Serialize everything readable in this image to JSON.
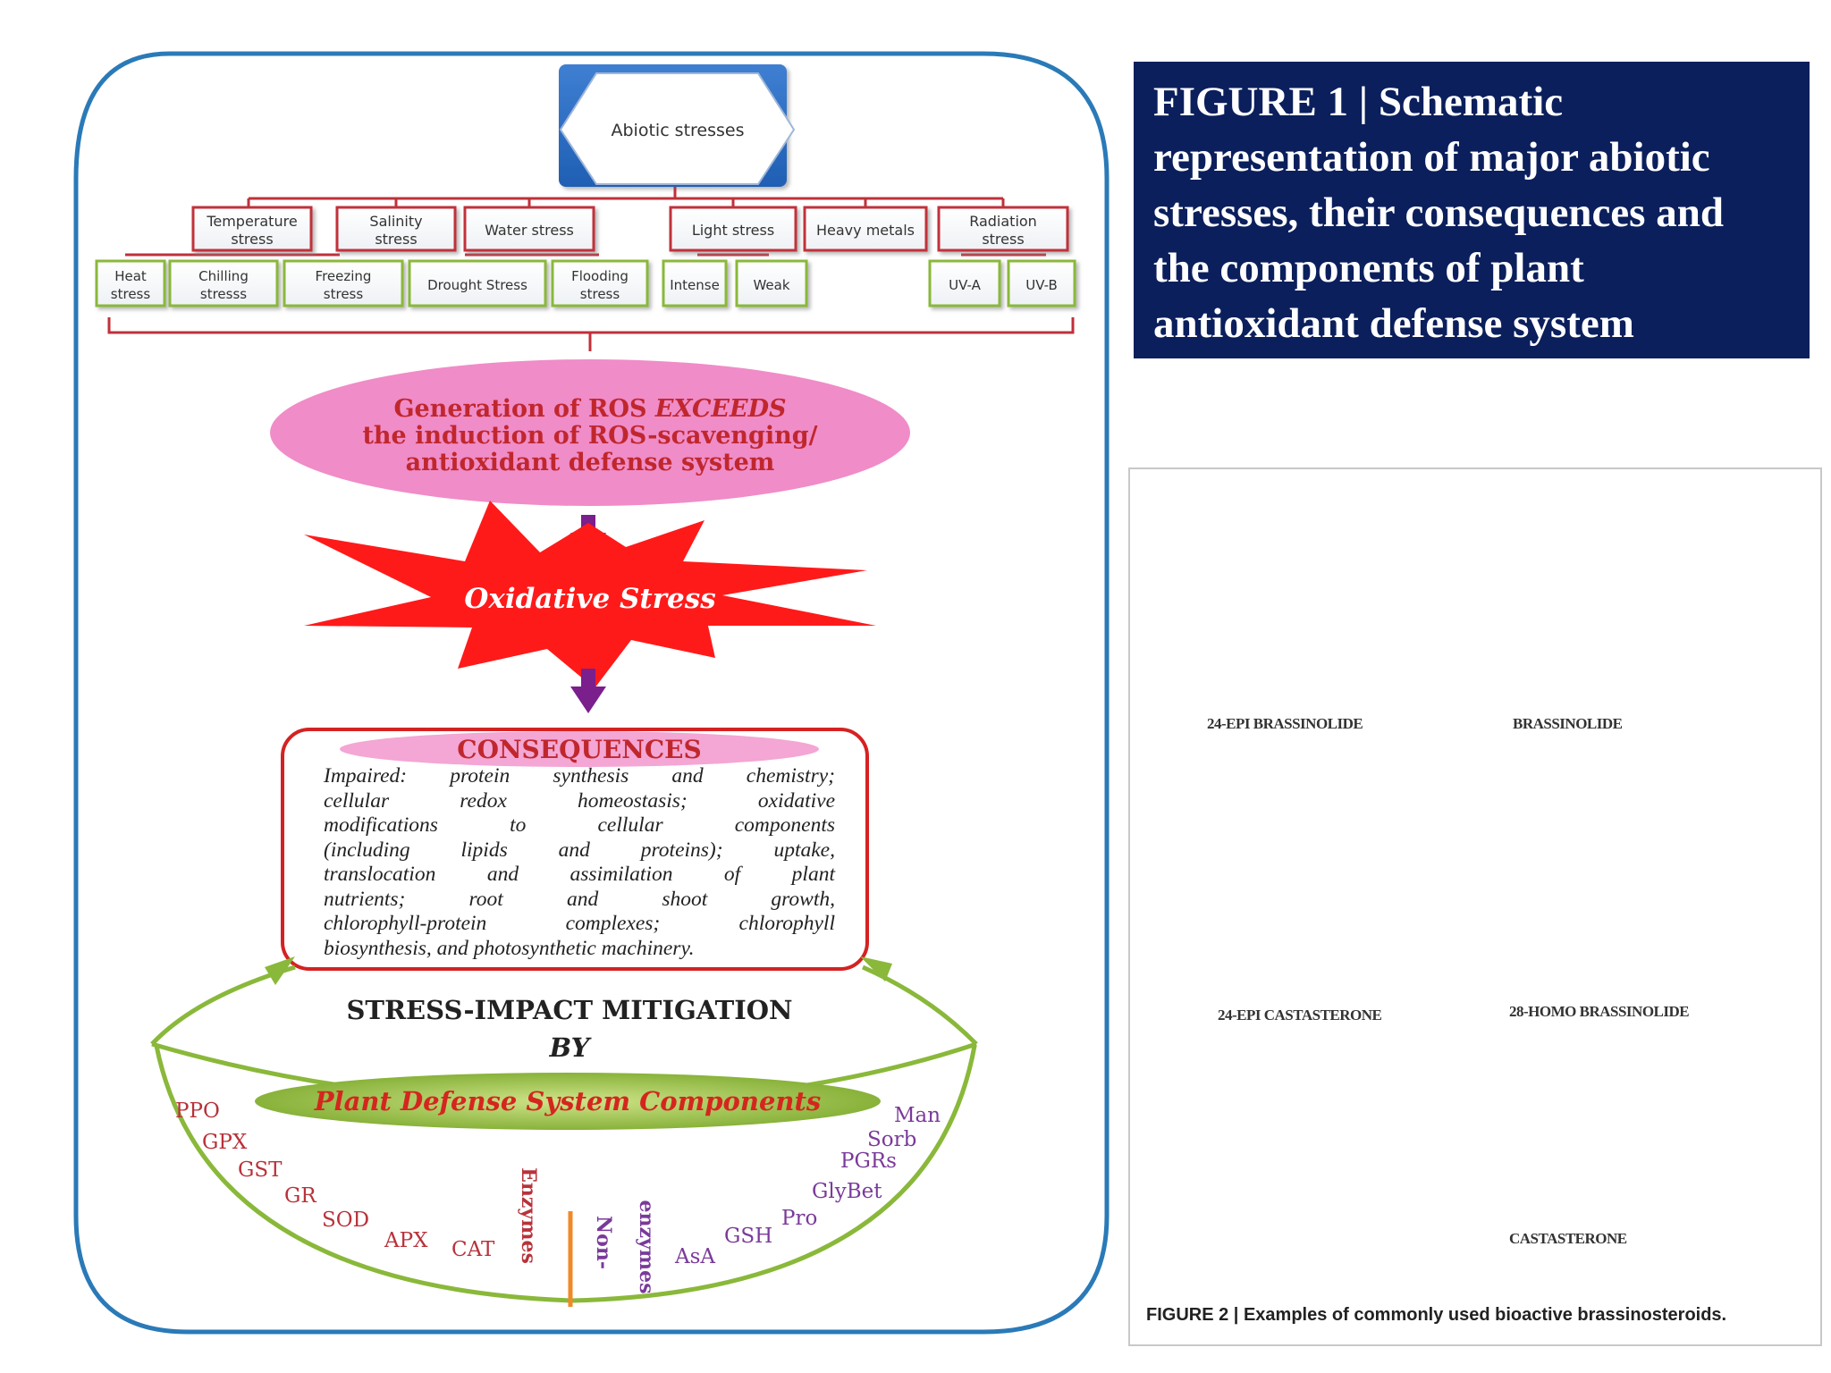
{
  "figure1": {
    "caption": "FIGURE 1 | Schematic representation of major abiotic stresses, their consequences and the components of plant antioxidant defense system",
    "caption_lines": [
      "FIGURE 1 | Schematic",
      "representation of major abiotic",
      "stresses, their consequences and",
      "the components of plant",
      "antioxidant defense system"
    ],
    "root": "Abiotic  stresses",
    "categories": [
      {
        "line1": "Temperature",
        "line2": "stress"
      },
      {
        "line1": "Salinity",
        "line2": "stress"
      },
      {
        "line1": "Water stress",
        "line2": ""
      },
      {
        "line1": "Light stress",
        "line2": ""
      },
      {
        "line1": "Heavy metals",
        "line2": ""
      },
      {
        "line1": "Radiation",
        "line2": "stress"
      }
    ],
    "subtypes": [
      {
        "line1": "Heat",
        "line2": "stress"
      },
      {
        "line1": "Chilling",
        "line2": "stresss"
      },
      {
        "line1": "Freezing",
        "line2": "stress"
      },
      {
        "line1": "Drought Stress",
        "line2": ""
      },
      {
        "line1": "Flooding",
        "line2": "stress"
      },
      {
        "line1": "Intense",
        "line2": ""
      },
      {
        "line1": "Weak",
        "line2": ""
      },
      {
        "line1": "UV-A",
        "line2": ""
      },
      {
        "line1": "UV-B",
        "line2": ""
      }
    ],
    "ros_lines": [
      "Generation of ROS EXCEEDS",
      "the induction of ROS-scavenging/",
      "antioxidant defense system"
    ],
    "ros_line1_plain": "Generation of ROS ",
    "ros_line1_italic": "EXCEEDS",
    "oxidative": "Oxidative Stress",
    "consequences_title": "CONSEQUENCES",
    "consequences_lines": [
      "Impaired: protein synthesis and chemistry;",
      "cellular redox homeostasis; oxidative",
      "modifications to cellular components",
      "(including lipids and proteins); uptake,",
      "translocation and assimilation of plant",
      "nutrients; root and shoot growth,",
      "chlorophyll-protein complexes; chlorophyll",
      "biosynthesis, and photosynthetic machinery."
    ],
    "mitigation": "STRESS-IMPACT  MITIGATION",
    "by": "BY",
    "defense": "Plant Defense System Components",
    "enzymes_label": "Enzymes",
    "nonenzymes_label1": "Non-",
    "nonenzymes_label2": "enzymes",
    "enzymes": [
      "PPO",
      "GPX",
      "GST",
      "GR",
      "SOD",
      "APX",
      "CAT"
    ],
    "nonenzymes": [
      "Man",
      "Sorb",
      "PGRs",
      "GlyBet",
      "Pro",
      "GSH",
      "AsA"
    ],
    "colors": {
      "frame": "#2a7ab8",
      "box_border": "#c0303a",
      "ros_fill": "#f08cc8",
      "ros_text": "#c0272d",
      "star": "#ff1a1a",
      "arrow": "#7a1f8c",
      "green": "#8ab83a",
      "enzyme_text": "#b8323a",
      "nonenzyme_text": "#7a3a9a",
      "divider": "#f08a28",
      "caption_bg": "#0b1f5c"
    }
  },
  "figure2": {
    "caption": "FIGURE 2 | Examples of commonly used bioactive brassinosteroids.",
    "compounds": [
      "24-EPI BRASSINOLIDE",
      "BRASSINOLIDE",
      "24-EPI CASTASTERONE",
      "28-HOMO BRASSINOLIDE",
      "CASTASTERONE"
    ]
  }
}
